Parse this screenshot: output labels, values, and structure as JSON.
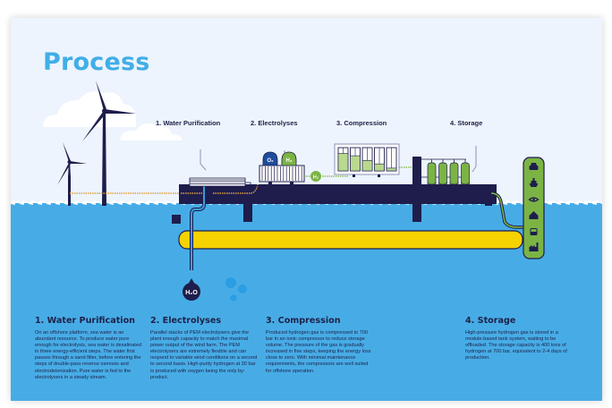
{
  "page": {
    "title": "Process"
  },
  "diagram_labels": [
    {
      "id": "water-purification",
      "text": "1. Water Purification"
    },
    {
      "id": "electrolyses",
      "text": "2. Electrolyses"
    },
    {
      "id": "compression",
      "text": "3. Compression"
    },
    {
      "id": "storage",
      "text": "4. Storage"
    }
  ],
  "chemicals": {
    "oxygen": "O₂",
    "hydrogen": "H₂",
    "water": "H₂O"
  },
  "end_uses": [
    "car-icon",
    "ship-icon",
    "wifi-icon",
    "house-icon",
    "bus-icon",
    "factory-icon"
  ],
  "steps": [
    {
      "heading": "1. Water Purification",
      "body": "On an offshore platform, sea water is an abundant resource. To produce water pure enough for electrolysis, sea water is desalinated in three energy-efficient steps. The water first passes through a sand filter, before entering the steps of double-pass reverse osmosis and electrodeionization. Pure water is fed to the electrolysers in a steady stream."
    },
    {
      "heading": "2. Electrolyses",
      "body": "Parallel stacks of PEM electrolysers give the plant enough capacity to match the maximal power output of the wind farm. The PEM electrolysers are extremely flexible and can respond to variable wind conditions on a second to second basis. High-purity hydrogen at 30 bar is produced with oxygen being the only by-product."
    },
    {
      "heading": "3. Compression",
      "body": "Produced hydrogen gas is compressed to 700 bar in an ionic compressor to reduce storage volume. The pressure of the gas is gradually increased in five steps, keeping the energy loss close to zero. With minimal maintenance requirements, the compressors are well suited for offshore operation."
    },
    {
      "heading": "4. Storage",
      "body": "High-pressure hydrogen gas is stored in a module-based tank system, waiting to be offloaded. The storage capacity is 400 tons of hydrogen at 700 bar, equivalent to 2-4 days of production."
    }
  ],
  "colors": {
    "sky": "#edf4fd",
    "sea": "#47ace6",
    "navy": "#1e1d4c",
    "green": "#7bb444",
    "yellow": "#f5d200",
    "title_blue": "#41aee6",
    "cable_orange": "#e0a040"
  }
}
